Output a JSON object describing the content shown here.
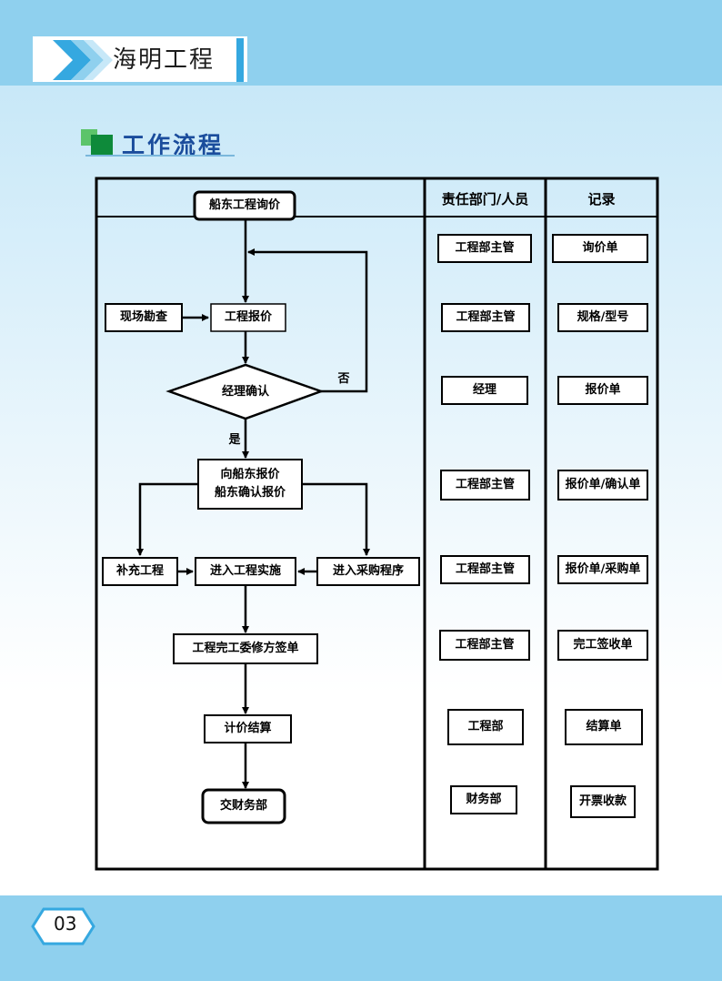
{
  "header": {
    "title": "海明工程"
  },
  "section": {
    "title": "工作流程"
  },
  "page_number": "03",
  "table": {
    "col_responsible": "责任部门/人员",
    "col_record": "记录"
  },
  "flow": {
    "inquiry": "船东工程询价",
    "survey": "现场勘查",
    "quote": "工程报价",
    "confirm": "经理确认",
    "no": "否",
    "yes": "是",
    "report_line1": "向船东报价",
    "report_line2": "船东确认报价",
    "supplement": "补充工程",
    "implement": "进入工程实施",
    "purchase": "进入采购程序",
    "signoff": "工程完工委修方签单",
    "settle": "计价结算",
    "finance": "交财务部"
  },
  "rows": [
    {
      "responsible": "工程部主管",
      "record": "询价单"
    },
    {
      "responsible": "工程部主管",
      "record": "规格/型号"
    },
    {
      "responsible": "经理",
      "record": "报价单"
    },
    {
      "responsible": "工程部主管",
      "record": "报价单/确认单"
    },
    {
      "responsible": "工程部主管",
      "record": "报价单/采购单"
    },
    {
      "responsible": "工程部主管",
      "record": "完工签收单"
    },
    {
      "responsible": "工程部",
      "record": "结算单"
    },
    {
      "responsible": "财务部",
      "record": "开票收款"
    }
  ]
}
